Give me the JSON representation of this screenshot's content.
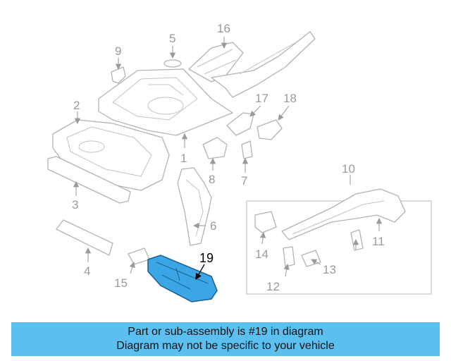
{
  "diagram": {
    "highlighted_part": "19",
    "highlight_color": "#3ba6e6",
    "callouts": [
      "16",
      "5",
      "9",
      "2",
      "17",
      "18",
      "1",
      "8",
      "7",
      "10",
      "3",
      "6",
      "4",
      "19",
      "14",
      "11",
      "15",
      "13",
      "12"
    ]
  },
  "banner": {
    "line1": "Part or sub-assembly is #19 in diagram",
    "line2": "Diagram may not be specific to your vehicle",
    "color": "#5bc0f0"
  }
}
